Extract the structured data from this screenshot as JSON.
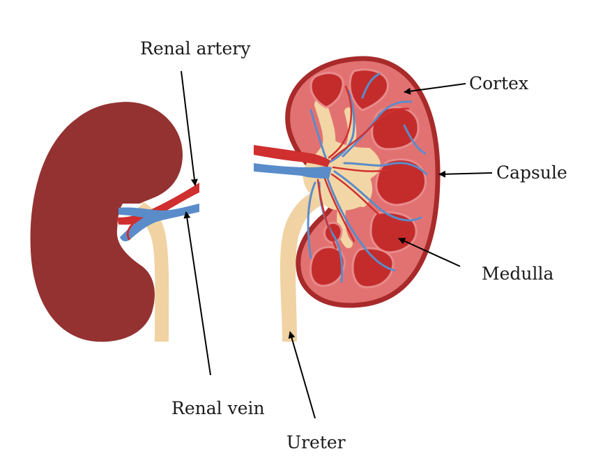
{
  "labels": {
    "renal_artery": "Renal artery",
    "renal_vein": "Renal vein",
    "ureter": "Ureter",
    "cortex": "Cortex",
    "capsule": "Capsule",
    "medulla": "Medulla"
  },
  "colors": {
    "kidney_exterior": "#943232",
    "capsule": "#a82a2a",
    "cortex": "#e27272",
    "medulla_pyramid": "#c42c2c",
    "artery": "#cf2f2f",
    "vein": "#5a8cca",
    "ureter": "#f1d2a3",
    "pelvis": "#f3d6a6",
    "pointer": "#000000"
  }
}
